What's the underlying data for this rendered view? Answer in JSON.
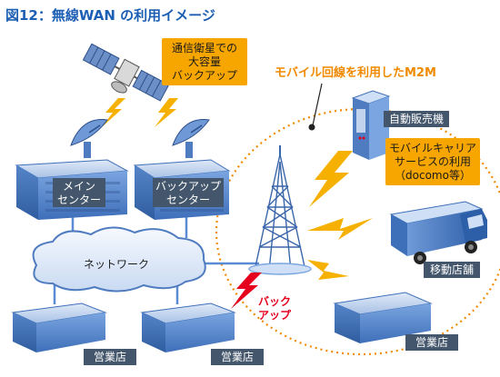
{
  "title": "図12：無線WAN の利用イメージ",
  "satellite_note": [
    "通信衛星での",
    "大容量",
    "バックアップ"
  ],
  "main_center": [
    "メイン",
    "センター"
  ],
  "backup_center": [
    "バックアップ",
    "センター"
  ],
  "network_label": "ネットワーク",
  "m2m_label": "モバイル回線を利用したM2M",
  "vending_label": "自動販売機",
  "carrier_note": [
    "モバイルキャリア",
    "サービスの利用",
    "（docomo等）"
  ],
  "mobile_store_label": "移動店舗",
  "backup_label": [
    "バック",
    "アップ"
  ],
  "store_labels": [
    "営業店",
    "営業店",
    "営業店"
  ],
  "colors": {
    "title": "#1d5fb4",
    "orange": "#f08a00",
    "note_fill": "#f7a600",
    "building": "#5b8bd4",
    "label_box": "#43566b",
    "red": "#e5001e"
  }
}
